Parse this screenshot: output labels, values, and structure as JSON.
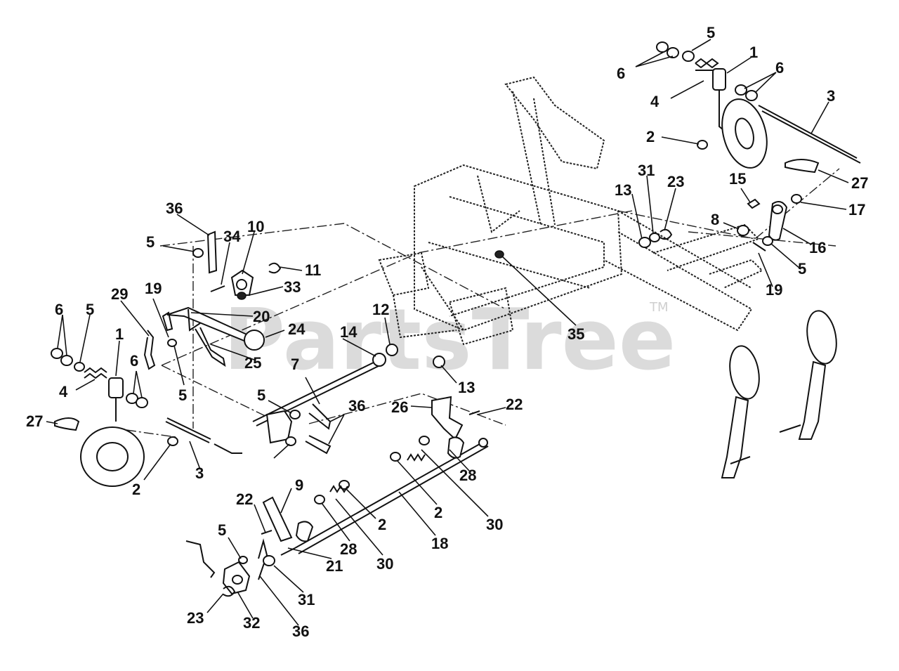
{
  "watermark": {
    "text": "PartsTree",
    "tm": "TM"
  },
  "callouts": [
    "5",
    "6",
    "1",
    "4",
    "6",
    "3",
    "2",
    "27",
    "15",
    "17",
    "13",
    "31",
    "23",
    "8",
    "16",
    "5",
    "19",
    "36",
    "5",
    "34",
    "10",
    "11",
    "33",
    "12",
    "35",
    "14",
    "13",
    "20",
    "24",
    "25",
    "19",
    "29",
    "6",
    "5",
    "1",
    "4",
    "27",
    "2",
    "3",
    "6",
    "5",
    "7",
    "36",
    "5",
    "26",
    "22",
    "28",
    "2",
    "30",
    "9",
    "22",
    "2",
    "28",
    "30",
    "18",
    "5",
    "21",
    "31",
    "23",
    "32",
    "36"
  ]
}
